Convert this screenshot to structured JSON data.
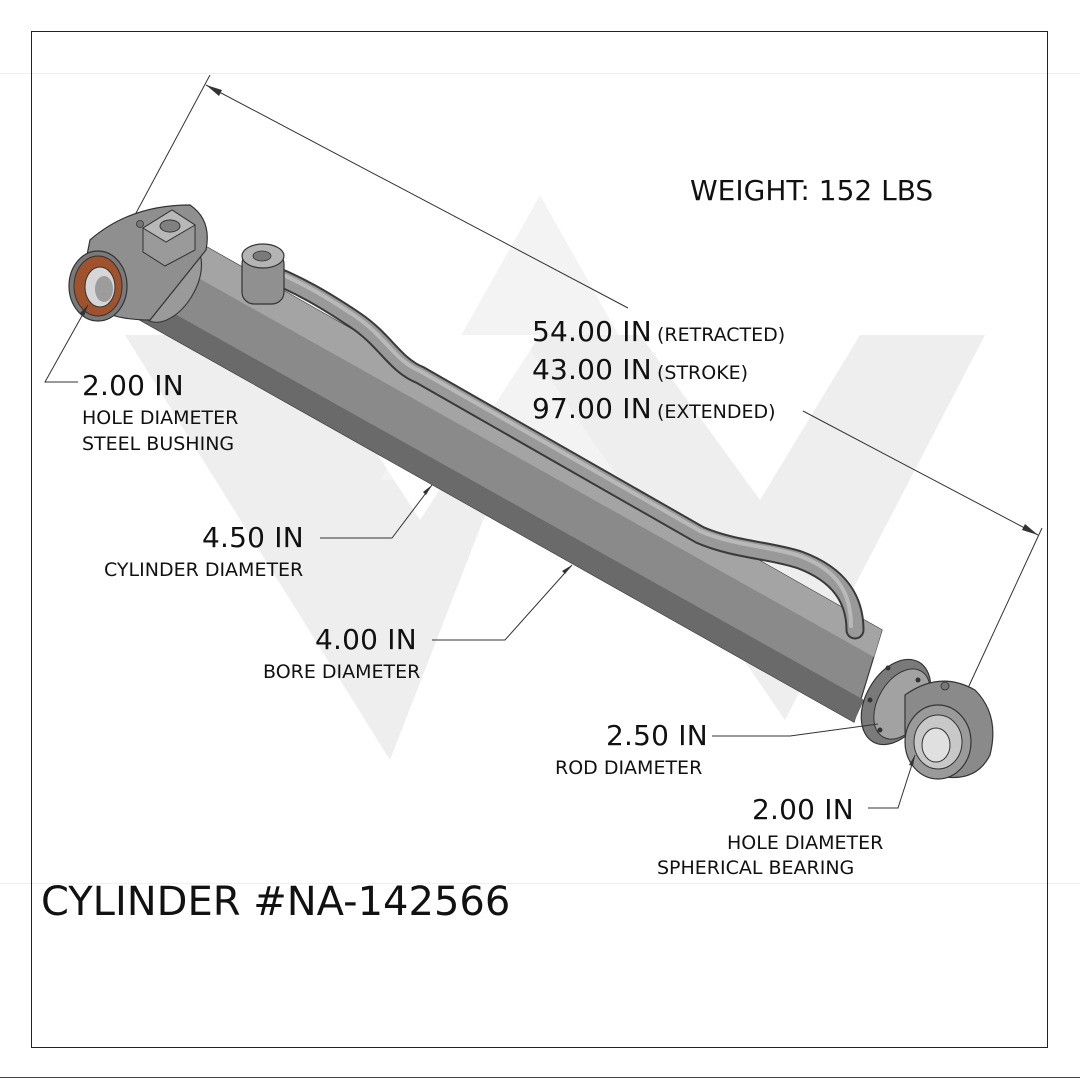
{
  "weight": "WEIGHT: 152 LBS",
  "dimensions": {
    "retracted": {
      "value": "54.00 IN",
      "label": "(RETRACTED)"
    },
    "stroke": {
      "value": "43.00 IN",
      "label": "(STROKE)"
    },
    "extended": {
      "value": "97.00 IN",
      "label": "(EXTENDED)"
    }
  },
  "callouts": {
    "hole_top": {
      "value": "2.00 IN",
      "line1": "HOLE DIAMETER",
      "line2": "STEEL BUSHING"
    },
    "cylinder": {
      "value": "4.50 IN",
      "label": "CYLINDER DIAMETER"
    },
    "bore": {
      "value": "4.00 IN",
      "label": "BORE DIAMETER"
    },
    "rod": {
      "value": "2.50 IN",
      "label": "ROD DIAMETER"
    },
    "hole_bottom": {
      "value": "2.00 IN",
      "line1": "HOLE DIAMETER",
      "line2": "SPHERICAL BEARING"
    }
  },
  "title": "CYLINDER #NA-142566",
  "colors": {
    "cylinder": "#8a8a8a",
    "watermark": "#eeeeef",
    "bushing": "#a0522d",
    "line": "#333333"
  }
}
